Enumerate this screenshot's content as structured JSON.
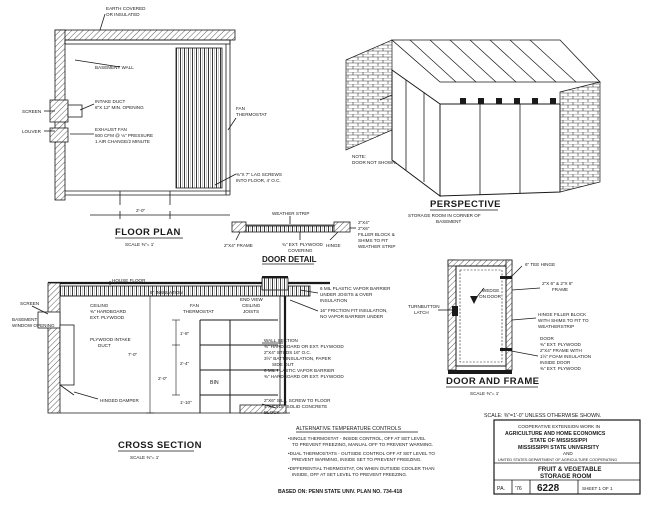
{
  "floor_plan": {
    "title": "FLOOR PLAN",
    "scale": "SCALE ⅜\"= 1'",
    "labels": {
      "earth": "EARTH COVERED",
      "earth2": "OR INSULATED",
      "basement_wall": "BASEMENT WALL",
      "screen": "SCREEN",
      "louver": "LOUVER",
      "intake1": "INTAKE DUCT",
      "intake2": "6\"X 12\" MIN. OPENING",
      "exhaust1": "EXHAUST FAN",
      "exhaust2": "500 CFM @ ⅛\" PRESSURE",
      "exhaust3": "1 AIR CHANGE/2 MINUTE",
      "fan": "FAN",
      "thermostat": "THERMOSTAT",
      "lag1": "⅜\"X 7\" LAG SCREWS",
      "lag2": "INTO FLOOR, 4' O.C.",
      "dim": "2'-0\""
    }
  },
  "door_detail": {
    "title": "DOOR DETAIL",
    "labels": {
      "weather": "WEATHER STRIP",
      "frame": "2\"X4\" FRAME",
      "ply1": "¾\" EXT. PLYWOOD",
      "ply2": "COVERING",
      "hinge": "HINGE",
      "stud1": "2\"X4\"",
      "stud2": "2\"X6\"",
      "filler1": "FILLER BLOCK &",
      "filler2": "SHIMS TO FIT",
      "filler3": "WEATHER STRIP"
    }
  },
  "perspective": {
    "title": "PERSPECTIVE",
    "subtitle": "STORAGE ROOM IN CORNER OF",
    "subtitle2": "BASEMENT",
    "note1": "NOTE:",
    "note2": "DOOR NOT SHOWN."
  },
  "cross_section": {
    "title": "CROSS SECTION",
    "scale": "SCALE ⅜\"= 1'",
    "labels": {
      "house_floor": "HOUSE FLOOR",
      "insulation": "6\" INSULATION",
      "screen": "SCREEN",
      "basement_window1": "BASEMENT",
      "basement_window2": "WINDOW OPENING",
      "ceiling1": "CEILING",
      "ceiling2": "⅜\" HARDBOARD",
      "ceiling3": "EXT. PLYWOOD",
      "intake1": "PLYWOOD INTAKE",
      "intake2": "DUCT",
      "fan": "FAN",
      "thermostat": "THERMOSTAT",
      "end_view1": "END VIEW",
      "end_view2": "CEILING",
      "end_view3": "JOISTS",
      "bin": "BIN",
      "hinged": "HINGED DAMPER",
      "d1": "1'-8\"",
      "d2": "2'-4\"",
      "d3": "7'-0\"",
      "d4": "2'-0\"",
      "d5": "1'-10\"",
      "vb1": "6 MIL PLASTIC VAPOR BARRIER",
      "vb2": "UNDER JOISTS & OVER",
      "vb3": "INSULATION",
      "fi1": "16\" FRICTION FIT INSULATION,",
      "fi2": "NO VAPOR BARRIER UNDER",
      "ws0": "WALL SECTION",
      "ws1": "⅜\" HARDBOARD OR EXT. PLYWOOD",
      "ws2": "2\"X4\" STUDS 16\" O.C.",
      "ws3": "3½\" BATT INSULATION, PAPER",
      "ws4": "SIDE OUT",
      "ws5": "6 MIL PLASTIC VAPOR BARRIER",
      "ws6": "⅜\" HARDBOARD OR EXT. PLYWOOD",
      "sill1": "2\"X6\" SILL, SCREW TO FLOOR",
      "sill2": "4\"X4\"X16\" SOLID CONCRETE",
      "sill3": "BLOCK"
    }
  },
  "door_frame": {
    "title": "DOOR AND FRAME",
    "scale": "SCALE ⅜\"= 1'",
    "labels": {
      "tee": "6\" TEE HINGE",
      "wedge1": "WEDGE",
      "wedge2": "ON DOOR",
      "frame1": "2\"X 6\" & 2\"X 6\"",
      "frame2": "FRAME",
      "turn1": "TURNBUTTON",
      "turn2": "LATCH",
      "hfb1": "HINGE FILLER BLOCK",
      "hfb2": "WITH SHIMS TO FIT TO",
      "hfb3": "WEATHERSTRIP",
      "door1": "DOOR",
      "door2": "⅜\" EXT. PLYWOOD",
      "door3": "2\"X4\" FRAME WITH",
      "door4": "1½\" FOAM INSULATION",
      "door5": "INSIDE DOOR",
      "door6": "⅜\" EXT. PLYWOOD"
    }
  },
  "alt_controls": {
    "title": "ALTERNATIVE TEMPERATURE CONTROLS",
    "l1": "•SINGLE THERMOSTAT - INSIDE CONTROL, OFF AT SET LEVEL",
    "l2": "TO PREVENT FREEZING, MANUAL OFF TO PREVENT WARMING.",
    "l3": "•DUAL THERMOSTATS - OUTSIDE CONTROL OFF AT SET LEVEL TO",
    "l4": "PREVENT WARMING, INSIDE SET TO PREVENT FREEZING.",
    "l5": "•DIFFERENTIAL THERMOSTAT, ON WHEN OUTSIDE COOLER THAN",
    "l6": "INSIDE, OFF AT SET LEVEL TO PREVENT FREEZING."
  },
  "footer": {
    "based_on": "BASED ON: PENN STATE UNIV. PLAN NO. 734-418"
  },
  "title_block": {
    "scale_note": "SCALE: ⅜\"=1'-0\" UNLESS OTHERWISE SHOWN.",
    "coop1": "COOPERATIVE EXTENSION WORK IN",
    "coop2": "AGRICULTURE AND HOME ECONOMICS",
    "coop3": "STATE OF MISSISSIPPI",
    "coop4": "MISSISSIPPI STATE UNIVERSITY",
    "coop5": "AND",
    "coop6": "UNITED STATES DEPARTMENT OF AGRICULTURE COOPERATING",
    "name1": "FRUIT & VEGETABLE",
    "name2": "STORAGE ROOM",
    "pa": "PA.",
    "year": "'76",
    "plan_no": "6228",
    "sheet": "SHEET 1 OF 1"
  }
}
